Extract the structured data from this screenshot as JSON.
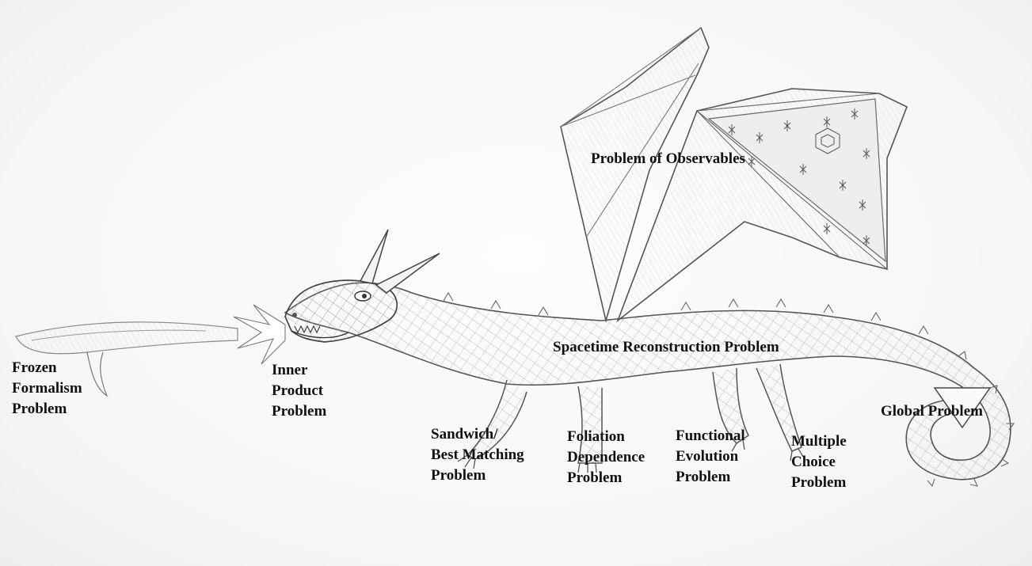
{
  "labels": {
    "observables": "Problem of Observables",
    "spacetime": "Spacetime Reconstruction Problem",
    "frozen": [
      "Frozen",
      "Formalism",
      "Problem"
    ],
    "inner_product": [
      "Inner",
      "Product",
      "Problem"
    ],
    "sandwich": [
      "Sandwich/",
      "Best Matching",
      "Problem"
    ],
    "foliation": [
      "Foliation",
      "Dependence",
      "Problem"
    ],
    "functional": [
      "Functional",
      "Evolution",
      "Problem"
    ],
    "multiple_choice": [
      "Multiple",
      "Choice",
      "Problem"
    ],
    "global": "Global Problem"
  },
  "colors": {
    "ink": "#4a4a4a",
    "light_ink": "#8a8a8a",
    "paper": "#fbfbfb"
  }
}
